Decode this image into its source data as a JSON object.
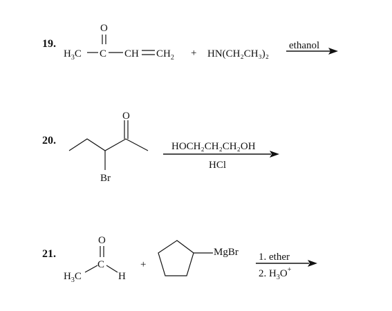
{
  "problems": [
    {
      "number": "19.",
      "reactant1": {
        "carbonyl_o": "O",
        "h3c": "H",
        "h3c_sub": "3",
        "h3c_c": "C",
        "c": "C",
        "ch": "CH",
        "ch2": "CH",
        "ch2_sub": "2"
      },
      "plus": "+",
      "reactant2": "HN(CH₂CH₃)₂",
      "condition_above": "ethanol"
    },
    {
      "number": "20.",
      "carbonyl_o": "O",
      "substituent": "Br",
      "reagent_above": "HOCH₂CH₂CH₂OH",
      "reagent_below": "HCl"
    },
    {
      "number": "21.",
      "aldehyde": {
        "o": "O",
        "c": "C",
        "h": "H",
        "h3c": "H",
        "h3c_sub": "3",
        "h3c_c": "C"
      },
      "plus": "+",
      "grignard_group": "MgBr",
      "step1": "1. ether",
      "step2_prefix": "2. H",
      "step2_sub": "3",
      "step2_o": "O",
      "step2_sup": "+"
    }
  ]
}
